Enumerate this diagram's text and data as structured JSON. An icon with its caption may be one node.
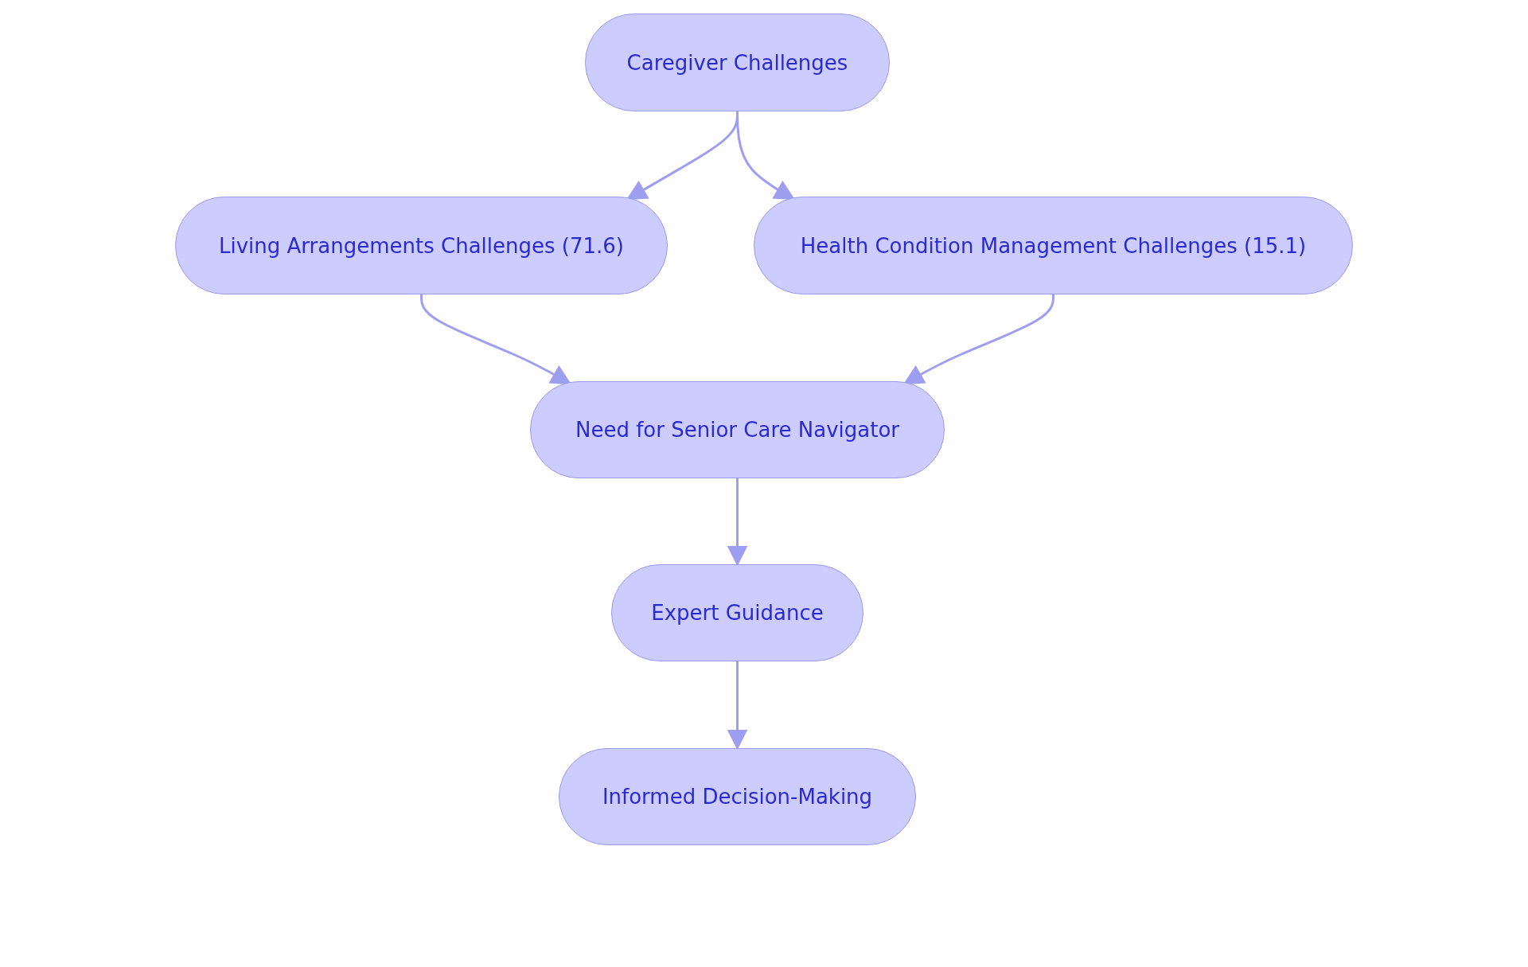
{
  "diagram": {
    "nodes": [
      {
        "text": [
          "Caregiver Challenges"
        ]
      },
      {
        "text": [
          "Living Arrangements Challenges (71.6)"
        ]
      },
      {
        "text": [
          "Health Condition Management Challenges (15.1)"
        ]
      },
      {
        "text": [
          "Need for Senior Care Navigator"
        ]
      },
      {
        "text": [
          "Expert Guidance"
        ]
      },
      {
        "text": [
          "Informed Decision-Making"
        ]
      }
    ],
    "edges": [
      {
        "from": 0,
        "to": 1,
        "arrow": "to"
      },
      {
        "from": 0,
        "to": 2,
        "arrow": "to"
      },
      {
        "from": 1,
        "to": 3,
        "arrow": "to"
      },
      {
        "from": 2,
        "to": 3,
        "arrow": "to"
      },
      {
        "from": 3,
        "to": 4,
        "arrow": "to"
      },
      {
        "from": 4,
        "to": 5,
        "arrow": "to"
      }
    ]
  }
}
